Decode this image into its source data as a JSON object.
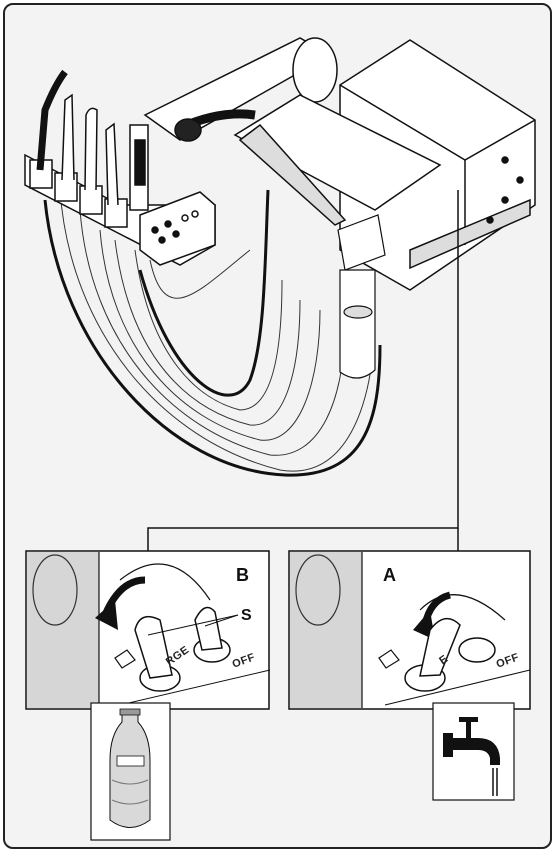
{
  "panels": {
    "left": {
      "letter": "B",
      "handle_label": "S",
      "etched": [
        "RGE",
        "OFF"
      ]
    },
    "right": {
      "letter": "A",
      "etched": [
        "E",
        "OFF"
      ]
    }
  },
  "icons": [
    "bottle-icon",
    "water-tap-icon"
  ]
}
